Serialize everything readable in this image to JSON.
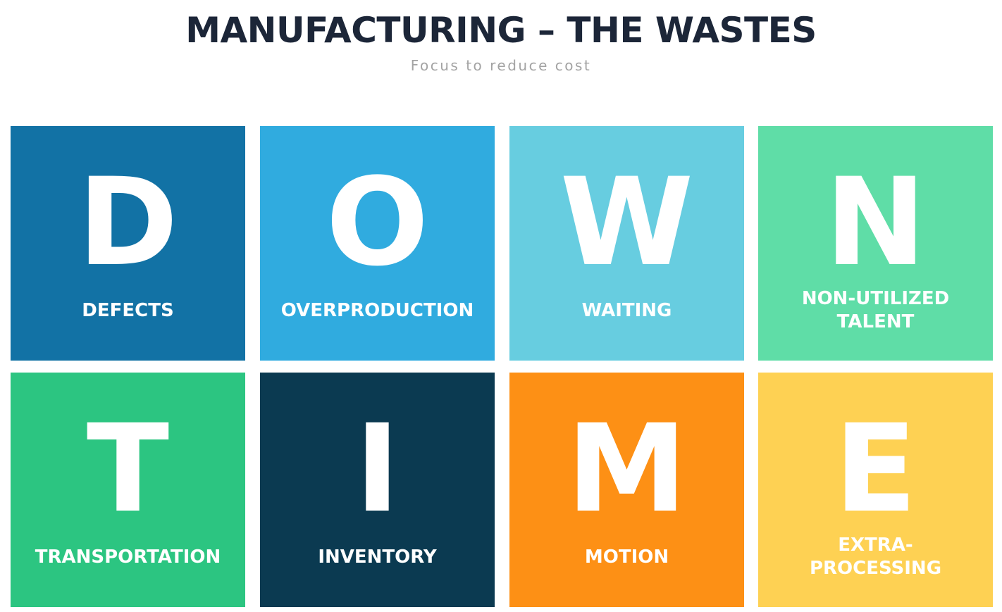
{
  "header": {
    "title": "MANUFACTURING – THE WASTES",
    "subtitle": "Focus to reduce cost"
  },
  "tiles": [
    {
      "letter": "D",
      "label": "DEFECTS",
      "color": "#1272a5"
    },
    {
      "letter": "O",
      "label": "OVERPRODUCTION",
      "color": "#30abdf"
    },
    {
      "letter": "W",
      "label": "WAITING",
      "color": "#67cde0"
    },
    {
      "letter": "N",
      "label": "NON-UTILIZED\nTALENT",
      "color": "#5fdda7"
    },
    {
      "letter": "T",
      "label": "TRANSPORTATION",
      "color": "#2cc581"
    },
    {
      "letter": "I",
      "label": "INVENTORY",
      "color": "#0b3a51"
    },
    {
      "letter": "M",
      "label": "MOTION",
      "color": "#fd9015"
    },
    {
      "letter": "E",
      "label": "EXTRA-\nPROCESSING",
      "color": "#fed153"
    }
  ]
}
